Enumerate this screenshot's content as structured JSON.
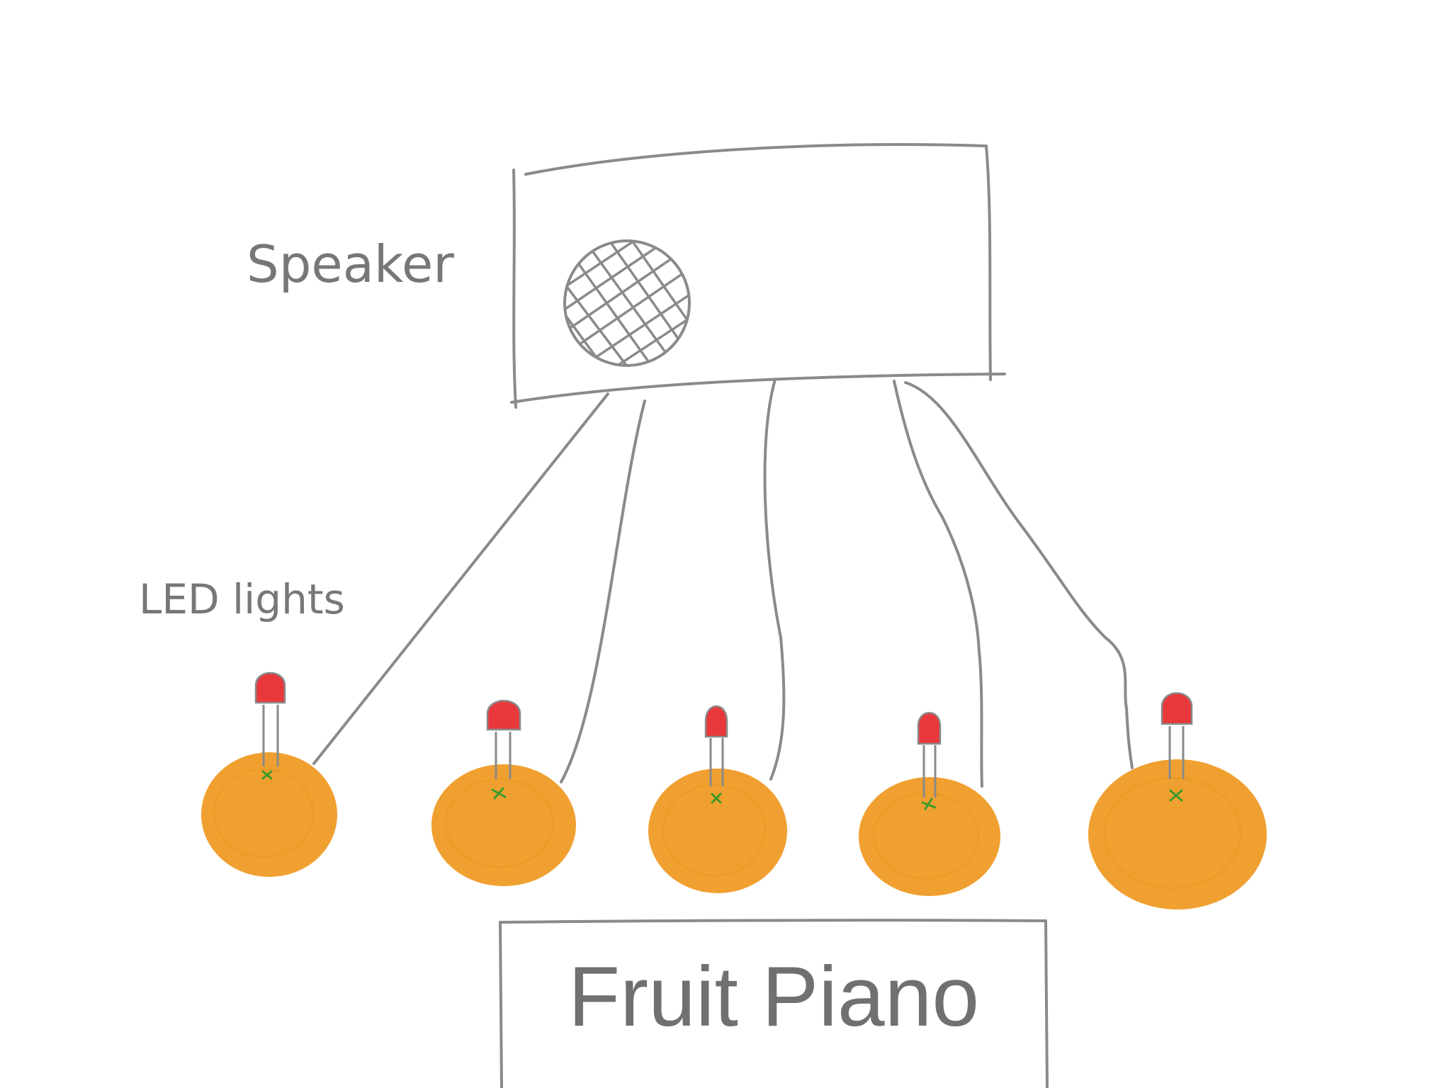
{
  "labels": {
    "speaker": "Speaker",
    "led": "LED lights",
    "title": "Fruit Piano"
  },
  "fruit_count": 5,
  "colors": {
    "line": "#8a8a8a",
    "orange": "#f0a030",
    "orange_shade": "#e89a22",
    "led": "#e8383b",
    "led_dark": "#c42a2d",
    "stem": "#3e9a2a",
    "text": "#777777"
  }
}
